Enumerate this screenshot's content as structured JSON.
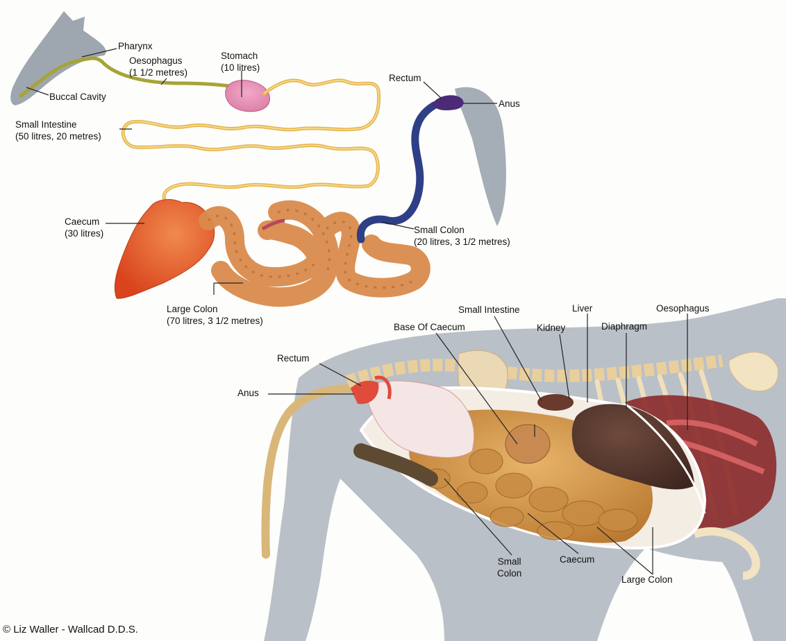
{
  "top_diagram": {
    "labels": {
      "pharynx": "Pharynx",
      "oesophagus": [
        "Oesophagus",
        "(1 1/2 metres)"
      ],
      "buccal_cavity": "Buccal Cavity",
      "stomach": [
        "Stomach",
        "(10 litres)"
      ],
      "small_intestine": [
        "Small Intestine",
        "(50 litres, 20 metres)"
      ],
      "rectum": "Rectum",
      "anus": "Anus",
      "caecum": [
        "Caecum",
        "(30 litres)"
      ],
      "small_colon": [
        "Small Colon",
        "(20 litres, 3 1/2 metres)"
      ],
      "large_colon": [
        "Large Colon",
        "(70 litres, 3 1/2 metres)"
      ]
    }
  },
  "bottom_diagram": {
    "labels": {
      "small_intestine": "Small Intestine",
      "liver": "Liver",
      "oesophagus": "Oesophagus",
      "base_of_caecum": "Base Of Caecum",
      "kidney": "Kidney",
      "diaphragm": "Diaphragm",
      "rectum": "Rectum",
      "anus": "Anus",
      "small_colon": [
        "Small",
        "Colon"
      ],
      "caecum": "Caecum",
      "large_colon": "Large Colon"
    }
  },
  "credit": "© Liz Waller - Wallcad D.D.S.",
  "colors": {
    "horse_silhouette": "#9aa3ad",
    "oesophagus": "#a7a436",
    "stomach": "#e58fb4",
    "small_intestine": "#e6b54f",
    "caecum": "#e4572a",
    "large_colon": "#d98b4c",
    "small_colon": "#2f3f86",
    "rectum": "#4b2a78",
    "liver": "#5a3a30",
    "lung_cavity": "#8c2a2a"
  }
}
